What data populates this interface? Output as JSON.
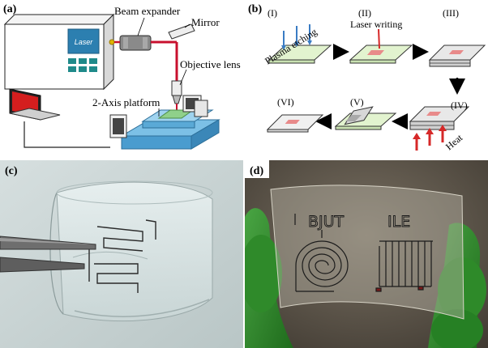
{
  "panels": {
    "a": {
      "label": "(a)",
      "laser_text": "Laser",
      "beam_expander": "Beam expander",
      "mirror": "Mirror",
      "objective_lens": "Objective lens",
      "platform": "2-Axis platform"
    },
    "b": {
      "label": "(b)",
      "stages": [
        "(I)",
        "(II)",
        "(III)",
        "(IV)",
        "(V)",
        "(VI)"
      ],
      "plasma_etching": "Plasma etching",
      "laser_writing": "Laser writing",
      "heat": "Heat"
    },
    "c": {
      "label": "(c)"
    },
    "d": {
      "label": "(d)",
      "text_bjut": "BJUT",
      "text_ile": "ILE"
    }
  },
  "colors": {
    "laser_beam": "#c8102e",
    "platform_blue": "#5aa9d6",
    "glove_green": "#2f8a2a",
    "arrow_red": "#d62828",
    "photo_bg_c": "#c9d4d4",
    "photo_bg_d": "#5b5348"
  }
}
